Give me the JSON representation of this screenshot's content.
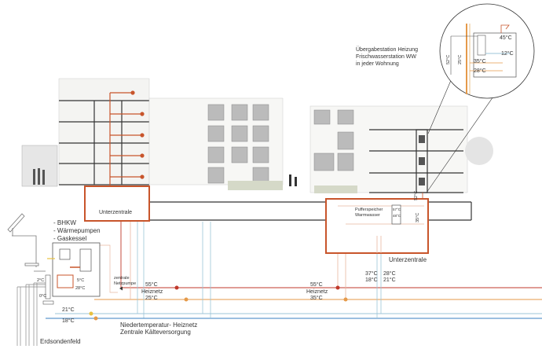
{
  "labels": {
    "station_title_1": "Übergabestation Heizung",
    "station_title_2": "Frischwasserstation WW",
    "station_title_3": "in jeder Wohnung",
    "unterzentrale_left": "Unterzentrale",
    "unterzentrale_right": "Unterzentrale",
    "gen_1": "- BHKW",
    "gen_2": "- Wärmepumpen",
    "gen_3": "- Gaskessel",
    "pump_1": "zentrale",
    "pump_2": "Netzpumpe",
    "net_1": "Niedertemperatur- Heiznetz",
    "net_2": "Zentrale Kälteversorgung",
    "erdsonden": "Erdsondenfeld",
    "buffer_1": "Pufferspeicher",
    "buffer_2": "Warmwasser",
    "heiznetz_left": "Heiznetz",
    "heiznetz_right": "Heiznetz"
  },
  "temps": {
    "detail_45": "45°C",
    "detail_12": "12°C",
    "detail_35": "35°C",
    "detail_28": "28°C",
    "detail_52": "52°C",
    "detail_25": "25°C",
    "left_55": "55°C",
    "left_25": "25°C",
    "right_55": "55°C",
    "right_35": "35°C",
    "t21": "21°C",
    "t18": "18°C",
    "t2": "2°C",
    "t0": "0°C",
    "t5": "5°C",
    "t28hp": "28°C",
    "uz_37": "37°C",
    "uz_18": "18°C",
    "uz_28": "28°C",
    "uz_21": "21°C",
    "buf_57": "57°C",
    "buf_48": "48°C",
    "uz_35": "35°C",
    "uz_52": "52°C"
  },
  "colors": {
    "supply": "#c0392b",
    "return": "#e59a4a",
    "cold": "#3a7fc0",
    "coldlight": "#9cc5d8",
    "frame": "#c8552b"
  }
}
